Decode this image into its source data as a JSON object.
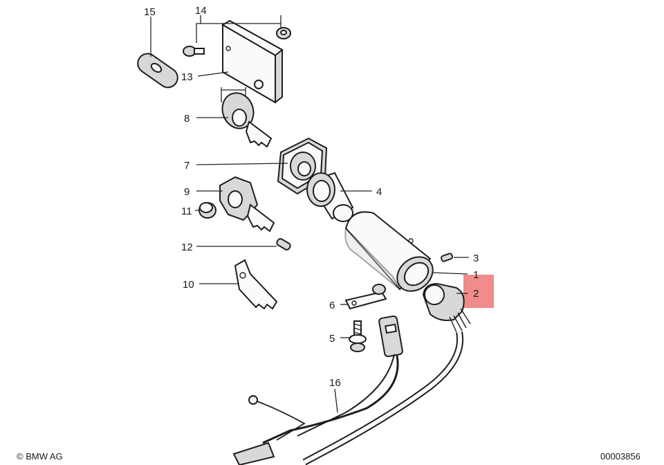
{
  "copyright": "© BMW AG",
  "diagram_id": "00003856",
  "highlight_color": "#f08c8c",
  "callouts": {
    "c1": "1",
    "c2": "2",
    "c3": "3",
    "c4": "4",
    "c5": "5",
    "c6": "6",
    "c7": "7",
    "c8": "8",
    "c9": "9",
    "c10": "10",
    "c11": "11",
    "c12": "12",
    "c13": "13",
    "c14": "14",
    "c15": "15",
    "c16": "16"
  }
}
